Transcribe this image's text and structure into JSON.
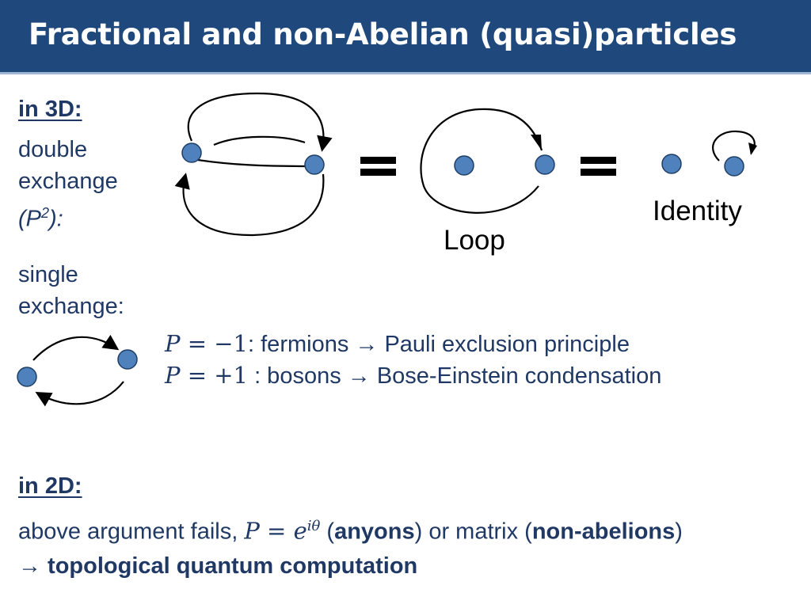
{
  "slide": {
    "title": "Fractional and non-Abelian (quasi)particles"
  },
  "section_3d": {
    "heading": "in 3D:",
    "double_exchange_line1": "double",
    "double_exchange_line2": "exchange",
    "double_exchange_p": "(P",
    "double_exchange_exp": "2",
    "double_exchange_close": "):",
    "single_exchange_line1": "single",
    "single_exchange_line2": "exchange:"
  },
  "diagram": {
    "loop_label": "Loop",
    "identity_label": "Identity",
    "particle_color": "#4f81bd",
    "particle_edge": "#1f3f66"
  },
  "statistics": {
    "fermion_eq_lhs": "P",
    "fermion_eq_rhs": " = −1",
    "fermion_text": ": fermions ",
    "arrow": "→",
    "fermion_result": " Pauli exclusion principle",
    "boson_eq_lhs": "P",
    "boson_eq_rhs": " = +1",
    "boson_text": " : bosons ",
    "boson_result": " Bose-Einstein condensation"
  },
  "section_2d": {
    "heading": "in 2D:",
    "line1_prefix": "above argument fails, ",
    "p_symbol": "P",
    "equals": " = ",
    "e_symbol": "e",
    "exponent": "iθ",
    "anyons_open": " (",
    "anyons": "anyons",
    "matrix_text": ") or matrix (",
    "non_abelions": "non-abelions",
    "close_paren": ")",
    "arrow": "→",
    "conclusion": " topological quantum computation"
  },
  "colors": {
    "title_bar": "#1f497d",
    "text_navy": "#1f3864"
  }
}
